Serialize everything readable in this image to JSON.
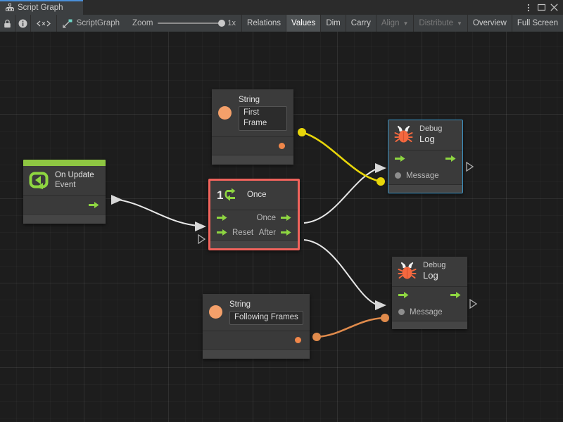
{
  "window": {
    "tab_label": "Script Graph",
    "tab_icon": "sitemap-icon",
    "controls": [
      {
        "name": "more-menu-icon",
        "glyph": "kebab"
      },
      {
        "name": "maximize-icon",
        "glyph": "square"
      },
      {
        "name": "close-icon",
        "glyph": "x"
      }
    ]
  },
  "toolbar": {
    "lock_icon": "lock-icon",
    "info_icon": "info-icon",
    "code_icon": "code-brackets-icon",
    "graph_icon": "scriptgraph-icon",
    "graph_label": "ScriptGraph",
    "zoom_label": "Zoom",
    "zoom_value": "1x",
    "buttons": [
      {
        "label": "Relations",
        "active": false,
        "dim": false,
        "caret": false
      },
      {
        "label": "Values",
        "active": true,
        "dim": false,
        "caret": false
      },
      {
        "label": "Dim",
        "active": false,
        "dim": false,
        "caret": false
      },
      {
        "label": "Carry",
        "active": false,
        "dim": false,
        "caret": false
      },
      {
        "label": "Align",
        "active": false,
        "dim": true,
        "caret": true
      },
      {
        "label": "Distribute",
        "active": false,
        "dim": true,
        "caret": true
      },
      {
        "label": "Overview",
        "active": false,
        "dim": false,
        "caret": false
      },
      {
        "label": "Full Screen",
        "active": false,
        "dim": false,
        "caret": false
      }
    ]
  },
  "graph": {
    "nodes": {
      "on_update": {
        "title": "On Update",
        "subtitle": "Event",
        "icon": "update-loop-icon",
        "accent_color": "#8ec642"
      },
      "string_first": {
        "title": "String",
        "value": "First Frame",
        "icon": "string-circle-icon",
        "port_color": "#f0874a"
      },
      "string_following": {
        "title": "String",
        "value": "Following Frames",
        "icon": "string-circle-icon",
        "port_color": "#f0874a"
      },
      "once": {
        "title": "Once",
        "icon": "once-counter-icon",
        "badge": "1",
        "selected_color": "#f0635c",
        "in_ports": [
          {
            "label": "",
            "kind": "flow"
          },
          {
            "label": "Reset",
            "kind": "flow"
          }
        ],
        "out_ports": [
          {
            "label": "Once",
            "kind": "flow"
          },
          {
            "label": "After",
            "kind": "flow"
          }
        ]
      },
      "debug_log_1": {
        "title_small": "Debug",
        "title_big": "Log",
        "icon": "bug-icon",
        "message_label": "Message",
        "selected_color": "#3c96c8"
      },
      "debug_log_2": {
        "title_small": "Debug",
        "title_big": "Log",
        "icon": "bug-icon",
        "message_label": "Message"
      }
    },
    "edges": [
      {
        "name": "edge-onupdate-to-once",
        "kind": "flow",
        "color": "#e8e8e8"
      },
      {
        "name": "edge-once-to-log1",
        "kind": "flow",
        "color": "#e8e8e8"
      },
      {
        "name": "edge-after-to-log2",
        "kind": "flow",
        "color": "#e8e8e8"
      },
      {
        "name": "edge-string1-to-log1-message",
        "kind": "data",
        "color": "#e8d60a"
      },
      {
        "name": "edge-string2-to-log2-message",
        "kind": "data",
        "color": "#e08b4c"
      }
    ]
  }
}
